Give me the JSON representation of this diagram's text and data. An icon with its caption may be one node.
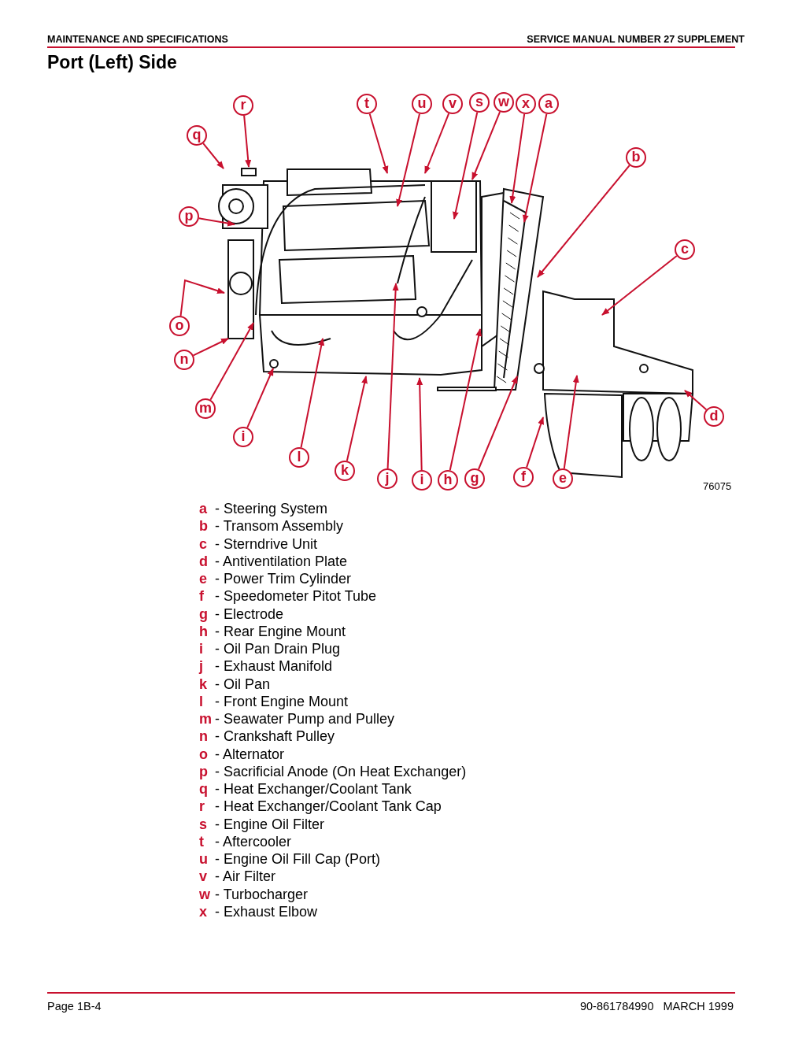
{
  "diagram": {
    "title": "Port (Left) Side",
    "nodes": [
      {
        "text": [
          "r"
        ]
      },
      {
        "text": [
          "t"
        ]
      },
      {
        "text": [
          "u"
        ]
      },
      {
        "text": [
          "v"
        ]
      },
      {
        "text": [
          "s"
        ]
      },
      {
        "text": [
          "w"
        ]
      },
      {
        "text": [
          "x"
        ]
      },
      {
        "text": [
          "a"
        ]
      },
      {
        "text": [
          "q"
        ]
      },
      {
        "text": [
          "b"
        ]
      },
      {
        "text": [
          "p"
        ]
      },
      {
        "text": [
          "c"
        ]
      },
      {
        "text": [
          "o"
        ]
      },
      {
        "text": [
          "n"
        ]
      },
      {
        "text": [
          "m"
        ]
      },
      {
        "text": [
          "d"
        ]
      },
      {
        "text": [
          "i"
        ]
      },
      {
        "text": [
          "l"
        ]
      },
      {
        "text": [
          "k"
        ]
      },
      {
        "text": [
          "j"
        ]
      },
      {
        "text": [
          "i"
        ]
      },
      {
        "text": [
          "h"
        ]
      },
      {
        "text": [
          "g"
        ]
      },
      {
        "text": [
          "f"
        ]
      },
      {
        "text": [
          "e"
        ]
      }
    ],
    "edges": [
      {
        "from": 0,
        "to": null,
        "arrow": "to"
      },
      {
        "from": 1,
        "to": null,
        "arrow": "to"
      },
      {
        "from": 2,
        "to": null,
        "arrow": "to"
      },
      {
        "from": 3,
        "to": null,
        "arrow": "to"
      },
      {
        "from": 4,
        "to": null,
        "arrow": "to"
      },
      {
        "from": 5,
        "to": null,
        "arrow": "to"
      },
      {
        "from": 6,
        "to": null,
        "arrow": "to"
      },
      {
        "from": 7,
        "to": null,
        "arrow": "to"
      },
      {
        "from": 8,
        "to": null,
        "arrow": "to"
      },
      {
        "from": 9,
        "to": null,
        "arrow": "to"
      },
      {
        "from": 10,
        "to": null,
        "arrow": "to"
      },
      {
        "from": 11,
        "to": null,
        "arrow": "to"
      },
      {
        "from": 12,
        "to": null,
        "arrow": "to"
      },
      {
        "from": 13,
        "to": null,
        "arrow": "to"
      },
      {
        "from": 14,
        "to": null,
        "arrow": "to"
      },
      {
        "from": 15,
        "to": null,
        "arrow": "to"
      },
      {
        "from": 16,
        "to": null,
        "arrow": "to"
      },
      {
        "from": 17,
        "to": null,
        "arrow": "to"
      },
      {
        "from": 18,
        "to": null,
        "arrow": "to"
      },
      {
        "from": 19,
        "to": null,
        "arrow": "to"
      },
      {
        "from": 20,
        "to": null,
        "arrow": "to"
      },
      {
        "from": 21,
        "to": null,
        "arrow": "to"
      },
      {
        "from": 22,
        "to": null,
        "arrow": "to"
      },
      {
        "from": 23,
        "to": null,
        "arrow": "to"
      },
      {
        "from": 24,
        "to": null,
        "arrow": "to"
      }
    ],
    "labels": [
      "MAINTENANCE AND SPECIFICATIONS",
      "SERVICE MANUAL NUMBER 27 SUPPLEMENT",
      "76075",
      "a",
      "- Steering System",
      "b",
      "- Transom Assembly",
      "c",
      "- Sterndrive Unit",
      "d",
      "- Antiventilation Plate",
      "e",
      "- Power Trim Cylinder",
      "f",
      "- Speedometer Pitot Tube",
      "g",
      "- Electrode",
      "h",
      "- Rear Engine Mount",
      "i",
      "- Oil Pan Drain Plug",
      "j",
      "- Exhaust Manifold",
      "k",
      "- Oil Pan",
      "l",
      "- Front Engine Mount",
      "m",
      "- Seawater Pump and Pulley",
      "n",
      "- Crankshaft Pulley",
      "o",
      "- Alternator",
      "p",
      "- Sacrificial Anode (On Heat Exchanger)",
      "q",
      "- Heat Exchanger/Coolant Tank",
      "r",
      "- Heat Exchanger/Coolant Tank Cap",
      "s",
      "- Engine Oil Filter",
      "t",
      "- Aftercooler",
      "u",
      "- Engine Oil Fill Cap (Port)",
      "v",
      "- Air Filter",
      "w",
      "- Turbocharger",
      "x",
      "- Exhaust Elbow",
      "Page 1B-4",
      "90-861784990   MARCH 1999"
    ]
  }
}
